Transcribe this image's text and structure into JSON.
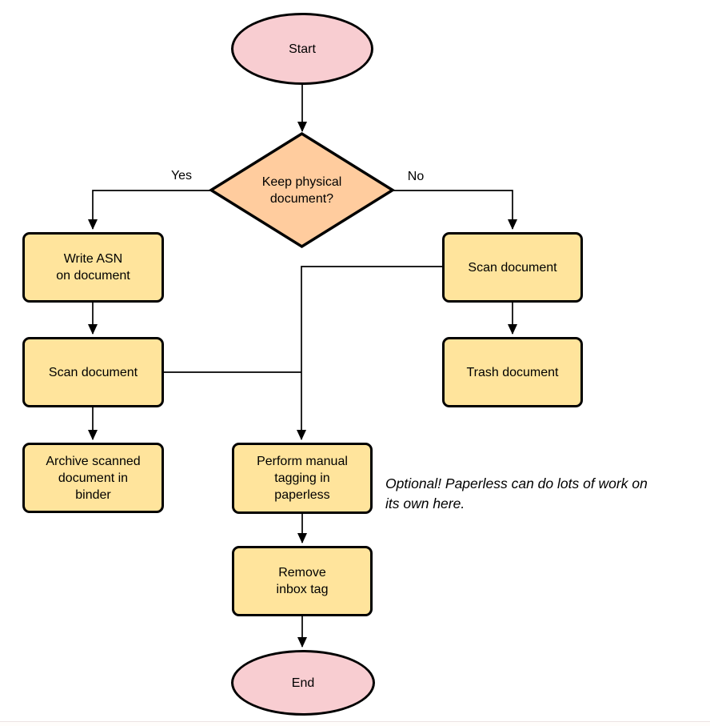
{
  "nodes": {
    "start": {
      "shape": "ellipse",
      "label": "Start"
    },
    "decision": {
      "shape": "diamond",
      "label": "Keep physical\ndocument?"
    },
    "write_asn": {
      "shape": "process",
      "label": "Write ASN\non document"
    },
    "scan_left": {
      "shape": "process",
      "label": "Scan document"
    },
    "archive": {
      "shape": "process",
      "label": "Archive scanned\ndocument in\nbinder"
    },
    "scan_right": {
      "shape": "process",
      "label": "Scan document"
    },
    "trash": {
      "shape": "process",
      "label": "Trash document"
    },
    "perform_tagging": {
      "shape": "process",
      "label": "Perform manual\ntagging in\npaperless"
    },
    "remove_inbox_tag": {
      "shape": "process",
      "label": "Remove\ninbox tag"
    },
    "end": {
      "shape": "ellipse",
      "label": "End"
    }
  },
  "edges": {
    "yes_label": "Yes",
    "no_label": "No"
  },
  "annotation": {
    "text": "Optional! Paperless can do lots of work on\nits own here."
  },
  "colors": {
    "terminal_fill": "#f8cdd1",
    "decision_fill": "#ffcc9e",
    "process_fill": "#ffe49c",
    "stroke": "#000000"
  }
}
